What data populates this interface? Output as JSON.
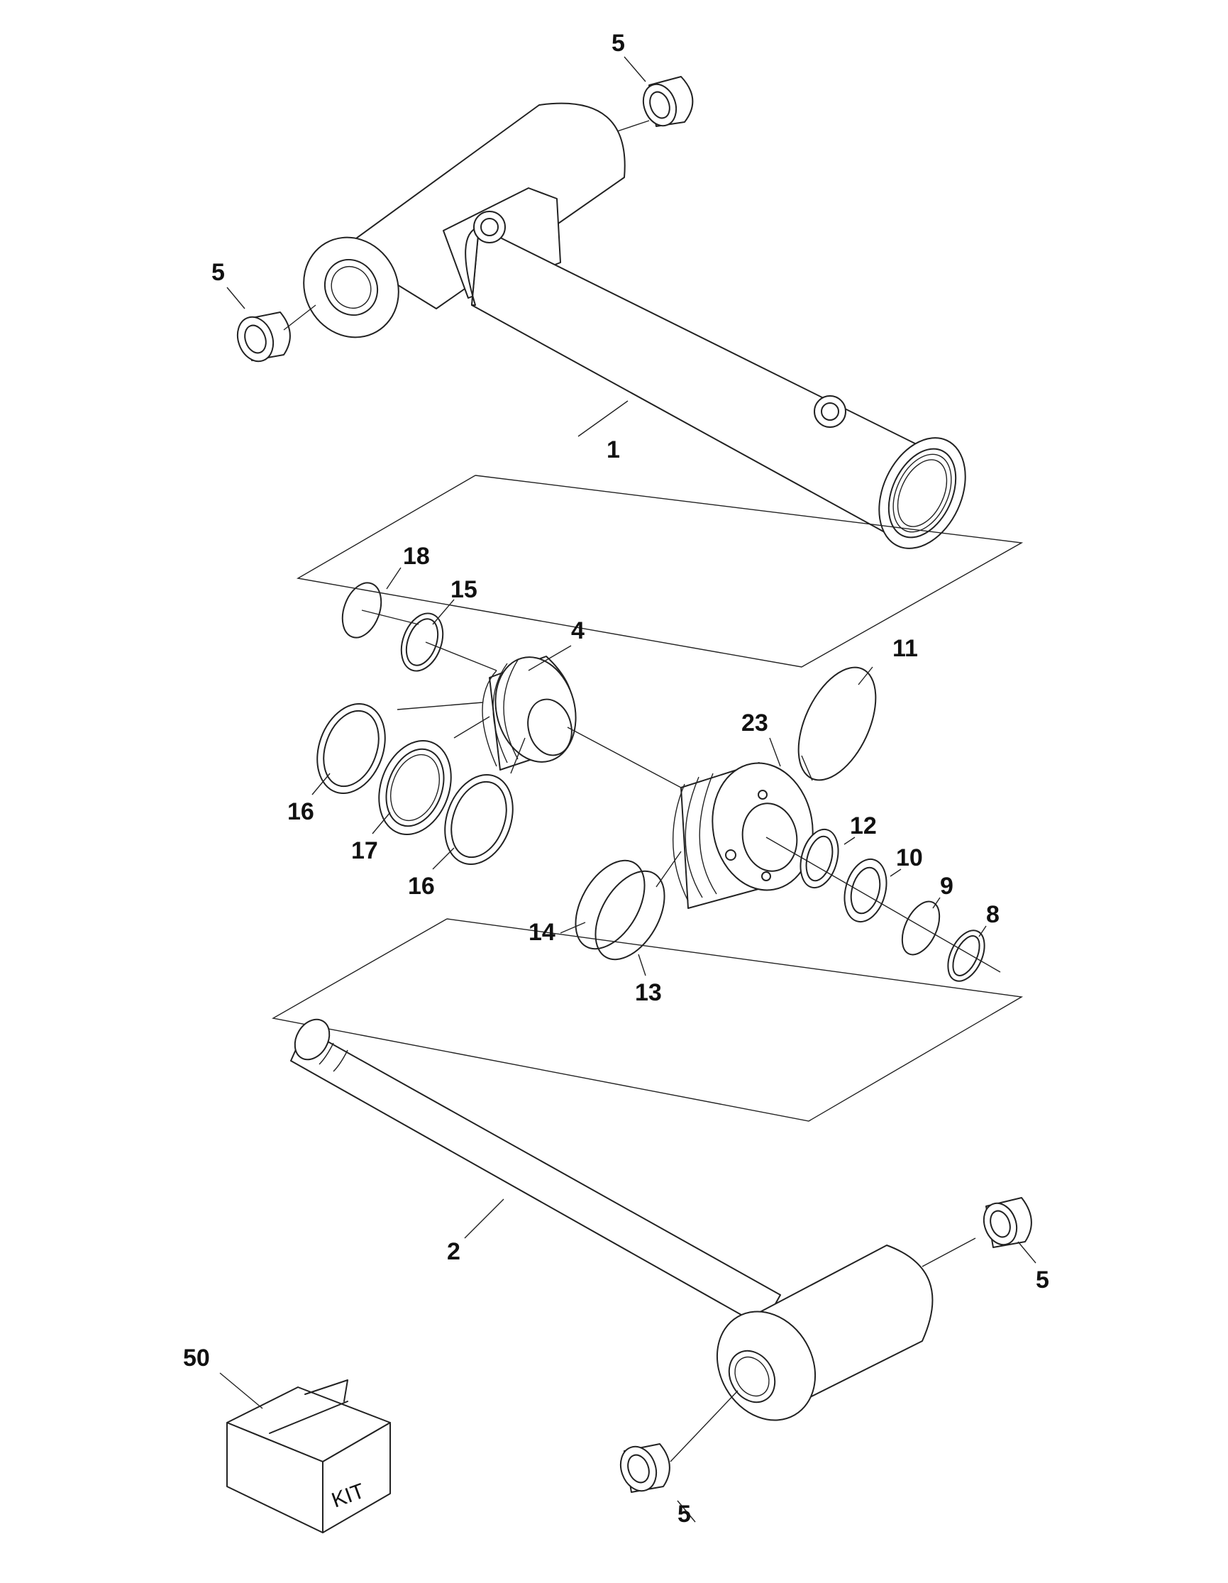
{
  "callouts": {
    "c1": "1",
    "c2": "2",
    "c4": "4",
    "c5a": "5",
    "c5b": "5",
    "c5c": "5",
    "c5d": "5",
    "c8": "8",
    "c9": "9",
    "c10": "10",
    "c11": "11",
    "c12": "12",
    "c13": "13",
    "c14": "14",
    "c15": "15",
    "c16a": "16",
    "c16b": "16",
    "c17": "17",
    "c18": "18",
    "c23": "23",
    "c50": "50"
  },
  "kit_label": "KIT",
  "colors": {
    "line": "#222222",
    "background": "#ffffff"
  }
}
